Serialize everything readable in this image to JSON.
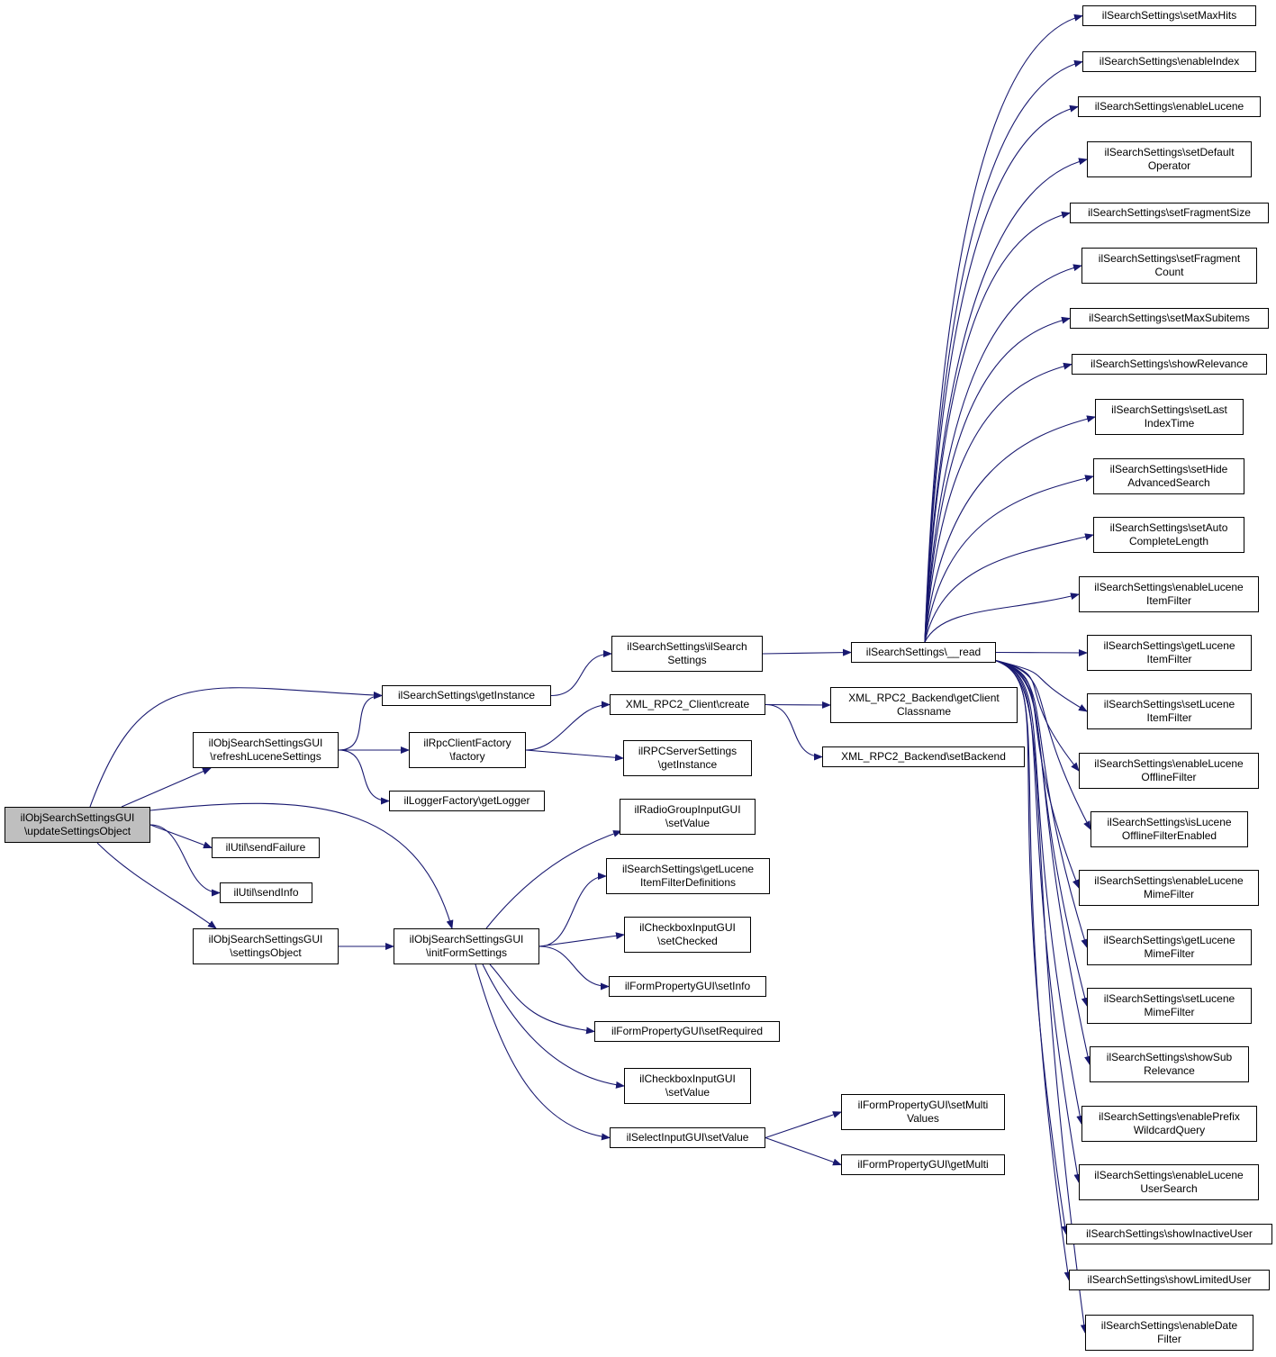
{
  "colors": {
    "edge": "#191970",
    "node_border": "#000000",
    "node_fill": "#ffffff",
    "root_fill": "#bfbfbf"
  },
  "nodes": [
    {
      "id": "root",
      "label": "ilObjSearchSettingsGUI\n\\updateSettingsObject",
      "root": true
    },
    {
      "id": "refresh",
      "label": "ilObjSearchSettingsGUI\n\\refreshLuceneSettings"
    },
    {
      "id": "sendFailure",
      "label": "ilUtil\\sendFailure"
    },
    {
      "id": "sendInfo",
      "label": "ilUtil\\sendInfo"
    },
    {
      "id": "settingsObject",
      "label": "ilObjSearchSettingsGUI\n\\settingsObject"
    },
    {
      "id": "getInstance",
      "label": "ilSearchSettings\\getInstance"
    },
    {
      "id": "rpcFactory",
      "label": "ilRpcClientFactory\n\\factory"
    },
    {
      "id": "getLogger",
      "label": "ilLoggerFactory\\getLogger"
    },
    {
      "id": "initForm",
      "label": "ilObjSearchSettingsGUI\n\\initFormSettings"
    },
    {
      "id": "ctor",
      "label": "ilSearchSettings\\ilSearch\nSettings"
    },
    {
      "id": "xmlCreate",
      "label": "XML_RPC2_Client\\create"
    },
    {
      "id": "rpcServer",
      "label": "ilRPCServerSettings\n\\getInstance"
    },
    {
      "id": "radioSet",
      "label": "ilRadioGroupInputGUI\n\\setValue"
    },
    {
      "id": "getFilterDefs",
      "label": "ilSearchSettings\\getLucene\nItemFilterDefinitions"
    },
    {
      "id": "cbChecked",
      "label": "ilCheckboxInputGUI\n\\setChecked"
    },
    {
      "id": "fpInfo",
      "label": "ilFormPropertyGUI\\setInfo"
    },
    {
      "id": "fpRequired",
      "label": "ilFormPropertyGUI\\setRequired"
    },
    {
      "id": "cbValue",
      "label": "ilCheckboxInputGUI\n\\setValue"
    },
    {
      "id": "selectSet",
      "label": "ilSelectInputGUI\\setValue"
    },
    {
      "id": "read",
      "label": "ilSearchSettings\\__read"
    },
    {
      "id": "getClientClass",
      "label": "XML_RPC2_Backend\\getClient\nClassname"
    },
    {
      "id": "setBackend",
      "label": "XML_RPC2_Backend\\setBackend"
    },
    {
      "id": "setMultiValues",
      "label": "ilFormPropertyGUI\\setMulti\nValues"
    },
    {
      "id": "getMulti",
      "label": "ilFormPropertyGUI\\getMulti"
    },
    {
      "id": "r0",
      "label": "ilSearchSettings\\setMaxHits"
    },
    {
      "id": "r1",
      "label": "ilSearchSettings\\enableIndex"
    },
    {
      "id": "r2",
      "label": "ilSearchSettings\\enableLucene"
    },
    {
      "id": "r3",
      "label": "ilSearchSettings\\setDefault\nOperator"
    },
    {
      "id": "r4",
      "label": "ilSearchSettings\\setFragmentSize"
    },
    {
      "id": "r5",
      "label": "ilSearchSettings\\setFragment\nCount"
    },
    {
      "id": "r6",
      "label": "ilSearchSettings\\setMaxSubitems"
    },
    {
      "id": "r7",
      "label": "ilSearchSettings\\showRelevance"
    },
    {
      "id": "r8",
      "label": "ilSearchSettings\\setLast\nIndexTime"
    },
    {
      "id": "r9",
      "label": "ilSearchSettings\\setHide\nAdvancedSearch"
    },
    {
      "id": "r10",
      "label": "ilSearchSettings\\setAuto\nCompleteLength"
    },
    {
      "id": "r11",
      "label": "ilSearchSettings\\enableLucene\nItemFilter"
    },
    {
      "id": "r12",
      "label": "ilSearchSettings\\getLucene\nItemFilter"
    },
    {
      "id": "r13",
      "label": "ilSearchSettings\\setLucene\nItemFilter"
    },
    {
      "id": "r14",
      "label": "ilSearchSettings\\enableLucene\nOfflineFilter"
    },
    {
      "id": "r15",
      "label": "ilSearchSettings\\isLucene\nOfflineFilterEnabled"
    },
    {
      "id": "r16",
      "label": "ilSearchSettings\\enableLucene\nMimeFilter"
    },
    {
      "id": "r17",
      "label": "ilSearchSettings\\getLucene\nMimeFilter"
    },
    {
      "id": "r18",
      "label": "ilSearchSettings\\setLucene\nMimeFilter"
    },
    {
      "id": "r19",
      "label": "ilSearchSettings\\showSub\nRelevance"
    },
    {
      "id": "r20",
      "label": "ilSearchSettings\\enablePrefix\nWildcardQuery"
    },
    {
      "id": "r21",
      "label": "ilSearchSettings\\enableLucene\nUserSearch"
    },
    {
      "id": "r22",
      "label": "ilSearchSettings\\showInactiveUser"
    },
    {
      "id": "r23",
      "label": "ilSearchSettings\\showLimitedUser"
    },
    {
      "id": "r24",
      "label": "ilSearchSettings\\enableDate\nFilter"
    }
  ],
  "edges": [
    [
      "root",
      "refresh"
    ],
    [
      "root",
      "getInstance"
    ],
    [
      "root",
      "initForm"
    ],
    [
      "root",
      "sendFailure"
    ],
    [
      "root",
      "sendInfo"
    ],
    [
      "root",
      "settingsObject"
    ],
    [
      "refresh",
      "getInstance"
    ],
    [
      "refresh",
      "rpcFactory"
    ],
    [
      "refresh",
      "getLogger"
    ],
    [
      "settingsObject",
      "initForm"
    ],
    [
      "getInstance",
      "ctor"
    ],
    [
      "ctor",
      "read"
    ],
    [
      "rpcFactory",
      "xmlCreate"
    ],
    [
      "rpcFactory",
      "rpcServer"
    ],
    [
      "xmlCreate",
      "getClientClass"
    ],
    [
      "xmlCreate",
      "setBackend"
    ],
    [
      "initForm",
      "radioSet"
    ],
    [
      "initForm",
      "getFilterDefs"
    ],
    [
      "initForm",
      "cbChecked"
    ],
    [
      "initForm",
      "fpInfo"
    ],
    [
      "initForm",
      "fpRequired"
    ],
    [
      "initForm",
      "cbValue"
    ],
    [
      "initForm",
      "selectSet"
    ],
    [
      "selectSet",
      "setMultiValues"
    ],
    [
      "selectSet",
      "getMulti"
    ],
    [
      "read",
      "r0"
    ],
    [
      "read",
      "r1"
    ],
    [
      "read",
      "r2"
    ],
    [
      "read",
      "r3"
    ],
    [
      "read",
      "r4"
    ],
    [
      "read",
      "r5"
    ],
    [
      "read",
      "r6"
    ],
    [
      "read",
      "r7"
    ],
    [
      "read",
      "r8"
    ],
    [
      "read",
      "r9"
    ],
    [
      "read",
      "r10"
    ],
    [
      "read",
      "r11"
    ],
    [
      "read",
      "r12"
    ],
    [
      "read",
      "r13"
    ],
    [
      "read",
      "r14"
    ],
    [
      "read",
      "r15"
    ],
    [
      "read",
      "r16"
    ],
    [
      "read",
      "r17"
    ],
    [
      "read",
      "r18"
    ],
    [
      "read",
      "r19"
    ],
    [
      "read",
      "r20"
    ],
    [
      "read",
      "r21"
    ],
    [
      "read",
      "r22"
    ],
    [
      "read",
      "r23"
    ],
    [
      "read",
      "r24"
    ]
  ]
}
